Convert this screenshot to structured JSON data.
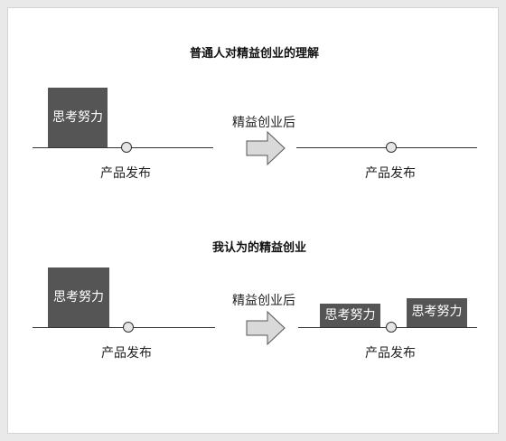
{
  "section1": {
    "title": "普通人对精益创业的理解",
    "left_box": "思考努力",
    "left_label": "产品发布",
    "arrow_label": "精益创业后",
    "right_label": "产品发布"
  },
  "section2": {
    "title": "我认为的精益创业",
    "left_box": "思考努力",
    "left_label": "产品发布",
    "arrow_label": "精益创业后",
    "right_box_1": "思考努力",
    "right_box_2": "思考努力",
    "right_label": "产品发布"
  },
  "colors": {
    "box": "#555555",
    "arrow_fill": "#d9d9d9",
    "dot_fill": "#e6e6e6"
  }
}
